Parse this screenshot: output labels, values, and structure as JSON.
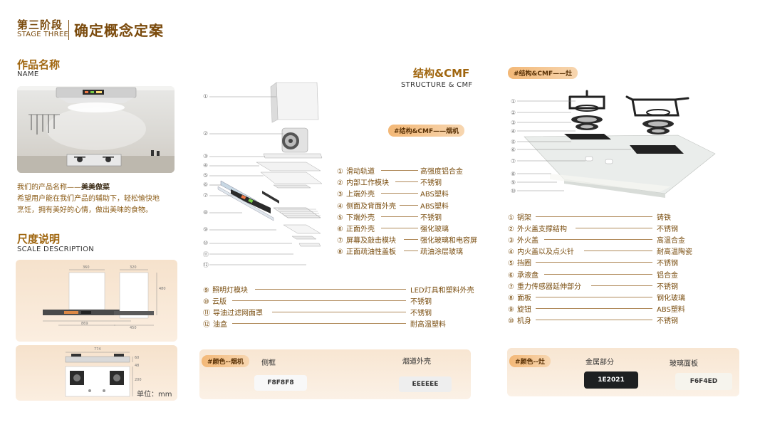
{
  "header": {
    "stage_cn": "第三阶段",
    "stage_en": "STAGE THREE",
    "title": "确定概念定案"
  },
  "name_section": {
    "title_cn": "作品名称",
    "title_en": "NAME",
    "intro_prefix": "我们的产品名称——",
    "product_name": "美美做菜",
    "intro_line2": "希望用户能在我们产品的辅助下，轻松愉快地",
    "intro_line3": "烹饪，拥有美好的心情，做出美味的食物。"
  },
  "scale_section": {
    "title_cn": "尺度说明",
    "title_en": "SCALE DESCRIPTION",
    "unit": "单位：mm",
    "dims": [
      "360",
      "320",
      "480",
      "869",
      "450",
      "774",
      "60",
      "200",
      "48"
    ]
  },
  "structure": {
    "title_cn": "结构&CMF",
    "title_en": "STRUCTURE & CMF",
    "hood_tag": "#结构&CMF——烟机",
    "stove_tag": "#结构&CMF——灶",
    "hood_callouts": [
      "①",
      "②",
      "③",
      "④",
      "⑤",
      "⑥",
      "⑦",
      "⑧",
      "⑨",
      "⑩",
      "⑪",
      "⑫"
    ],
    "stove_callouts": [
      "①",
      "②",
      "③",
      "④",
      "⑤",
      "⑥",
      "⑦",
      "⑧",
      "⑨",
      "⑩"
    ],
    "hood_parts_a": [
      {
        "no": "①",
        "name": "滑动轨道",
        "material": "高强度铝合金"
      },
      {
        "no": "②",
        "name": "内部工作模块",
        "material": "不锈钢"
      },
      {
        "no": "③",
        "name": "上端外壳",
        "material": "ABS塑料"
      },
      {
        "no": "④",
        "name": "侧面及背面外壳",
        "material": "ABS塑料"
      },
      {
        "no": "⑤",
        "name": "下端外壳",
        "material": "不锈钢"
      },
      {
        "no": "⑥",
        "name": "正面外壳",
        "material": "强化玻璃"
      },
      {
        "no": "⑦",
        "name": "屏幕及敲击模块",
        "material": "强化玻璃和电容屏"
      },
      {
        "no": "⑧",
        "name": "正面疏油性盖板",
        "material": "疏油涂层玻璃"
      }
    ],
    "hood_parts_b": [
      {
        "no": "⑨",
        "name": "照明灯模块",
        "material": "LED灯具和塑料外壳"
      },
      {
        "no": "⑩",
        "name": "云版",
        "material": "不锈钢"
      },
      {
        "no": "⑪",
        "name": "导油过滤网面罩",
        "material": "不锈钢"
      },
      {
        "no": "⑫",
        "name": "油盒",
        "material": "耐高温塑料"
      }
    ],
    "stove_parts": [
      {
        "no": "①",
        "name": "锅架",
        "material": "铸铁"
      },
      {
        "no": "②",
        "name": "外火盖支撑结构",
        "material": "不锈钢"
      },
      {
        "no": "③",
        "name": "外火盖",
        "material": "高温合金"
      },
      {
        "no": "④",
        "name": "内火盖以及点火针",
        "material": "耐高温陶瓷"
      },
      {
        "no": "⑤",
        "name": "挡圈",
        "material": "不锈钢"
      },
      {
        "no": "⑥",
        "name": "承液盘",
        "material": "铝合金"
      },
      {
        "no": "⑦",
        "name": "重力传感器延伸部分",
        "material": "不锈钢"
      },
      {
        "no": "⑧",
        "name": "面板",
        "material": "钢化玻璃"
      },
      {
        "no": "⑨",
        "name": "旋钮",
        "material": "ABS塑料"
      },
      {
        "no": "⑩",
        "name": "机身",
        "material": "不锈钢"
      }
    ]
  },
  "colors": {
    "hood_tag": "#颜色--烟机",
    "hood_items": [
      {
        "label": "侧框",
        "hex": "F8F8F8",
        "swatch": "#F8F8F8",
        "text_color": "#333333"
      },
      {
        "label": "烟道外壳",
        "hex": "EEEEEE",
        "swatch": "#EEEEEE",
        "text_color": "#333333"
      }
    ],
    "stove_tag": "#颜色--灶",
    "stove_items": [
      {
        "label": "金属部分",
        "hex": "1E2021",
        "swatch": "#1E2021",
        "text_color": "#ffffff"
      },
      {
        "label": "玻璃面板",
        "hex": "F6F4ED",
        "swatch": "#F6F4ED",
        "text_color": "#333333"
      }
    ]
  }
}
